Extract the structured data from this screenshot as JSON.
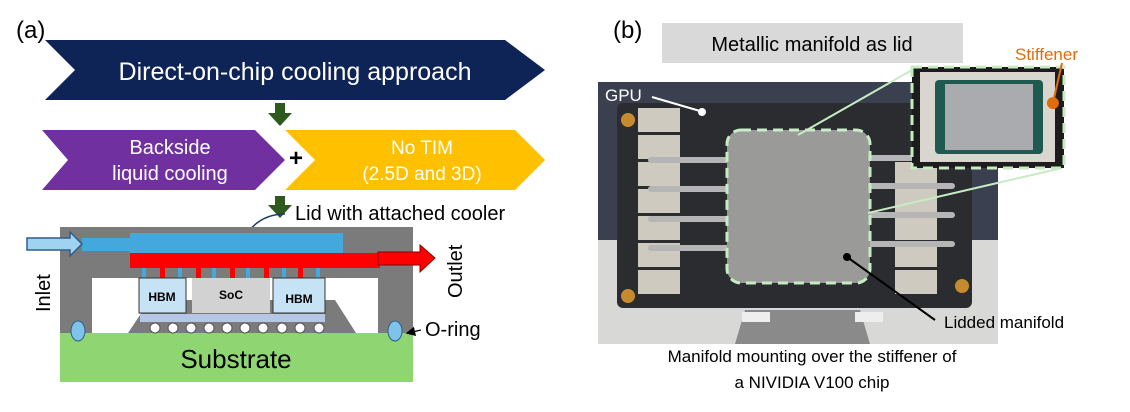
{
  "panel_a": {
    "label": "(a)",
    "title_chevron": "Direct-on-chip cooling approach",
    "left_chevron": [
      "Backside",
      "liquid cooling"
    ],
    "plus": "+",
    "right_chevron": [
      "No TIM",
      "(2.5D and 3D)"
    ],
    "lid_label": "Lid with attached cooler",
    "inlet": "Inlet",
    "outlet": "Outlet",
    "chip_left": "HBM",
    "chip_center": "SoC",
    "chip_right": "HBM",
    "oring": "O-ring",
    "substrate": "Substrate",
    "colors": {
      "navy": "#0f2456",
      "purple": "#7030a0",
      "yellow": "#ffc000",
      "arrow_green": "#2f5a1e",
      "lid_gray": "#7b7b7b",
      "coolant_blue": "#45a8dc",
      "hot_red": "#ff0000",
      "substrate_green": "#8fd672"
    }
  },
  "panel_b": {
    "label": "(b)",
    "header": "Metallic manifold as lid",
    "stiffener": "Stiffener",
    "gpu": "GPU",
    "lidded_manifold": "Lidded manifold",
    "caption": [
      "Manifold mounting over the stiffener of",
      "a NIVIDIA V100 chip"
    ],
    "colors": {
      "stiffener_orange": "#e36c0a",
      "header_bg": "#d9d9d9",
      "dash_green": "#c7ecc4"
    }
  }
}
